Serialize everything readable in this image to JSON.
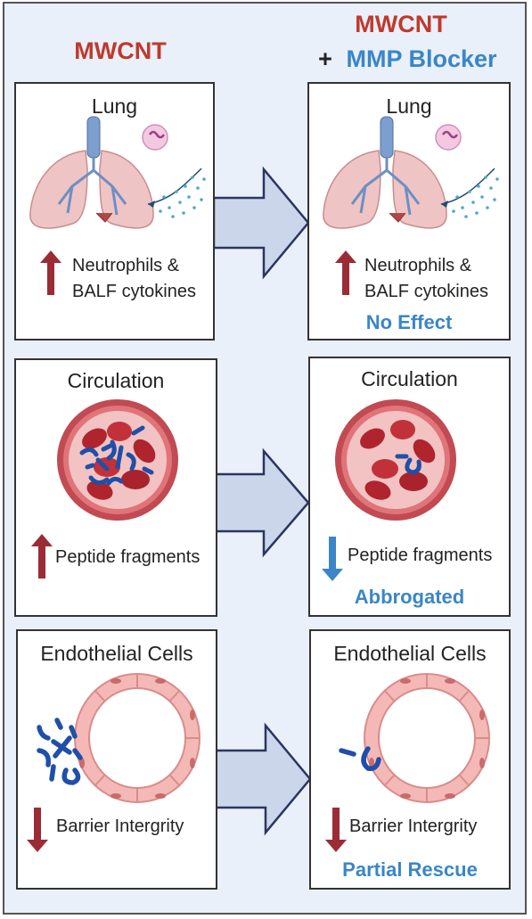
{
  "header": {
    "left_title": "MWCNT",
    "right_title_line1": "MWCNT",
    "right_title_plus": "+",
    "right_title_line2": "MMP Blocker"
  },
  "rows": [
    {
      "left": {
        "title": "Lung",
        "text_line1": "Neutrophils &",
        "text_line2": "BALF cytokines",
        "arrow": "up"
      },
      "right": {
        "title": "Lung",
        "text_line1": "Neutrophils &",
        "text_line2": "BALF cytokines",
        "arrow": "up",
        "outcome": "No Effect"
      }
    },
    {
      "left": {
        "title": "Circulation",
        "text_line1": "Peptide fragments",
        "arrow": "up"
      },
      "right": {
        "title": "Circulation",
        "text_line1": "Peptide fragments",
        "arrow": "down",
        "outcome": "Abbrogated"
      }
    },
    {
      "left": {
        "title": "Endothelial Cells",
        "text_line1": "Barrier Intergrity",
        "arrow": "down"
      },
      "right": {
        "title": "Endothelial Cells",
        "text_line1": "Barrier Intergrity",
        "arrow": "down",
        "outcome": "Partial Rescue"
      }
    }
  ],
  "colors": {
    "mwcnt_red": "#c0392b",
    "blocker_blue": "#3a86c7",
    "arrow_red": "#9b2c35",
    "arrow_blue": "#3a86c7",
    "vessel": "#b83b43",
    "fragment_blue": "#1f4fa8"
  }
}
